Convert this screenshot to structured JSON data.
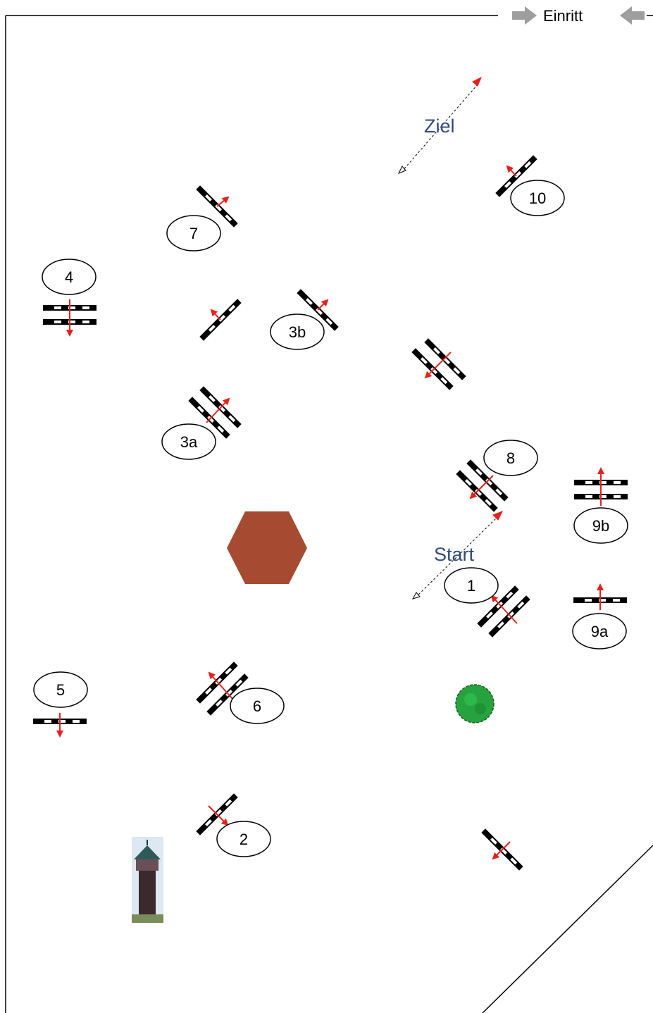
{
  "header": {
    "entry_label": "Einritt",
    "entry_icon_left": "right-arrow-icon",
    "entry_icon_right": "left-arrow-icon"
  },
  "labels": {
    "start": "Start",
    "finish": "Ziel"
  },
  "obstacle_numbers": {
    "n1": "1",
    "n2": "2",
    "n3a": "3a",
    "n3b": "3b",
    "n4": "4",
    "n5": "5",
    "n6": "6",
    "n7": "7",
    "n8": "8",
    "n9a": "9a",
    "n9b": "9b",
    "n10": "10"
  },
  "landmarks": {
    "hexagon_icon": "hexagon-icon",
    "tree_icon": "tree-icon",
    "tower_icon": "water-tower-icon"
  },
  "colors": {
    "arrow": "#e8201c",
    "hexagon": "#a64b31",
    "tree": "#26a33f",
    "label_text": "#2f4a7a"
  }
}
